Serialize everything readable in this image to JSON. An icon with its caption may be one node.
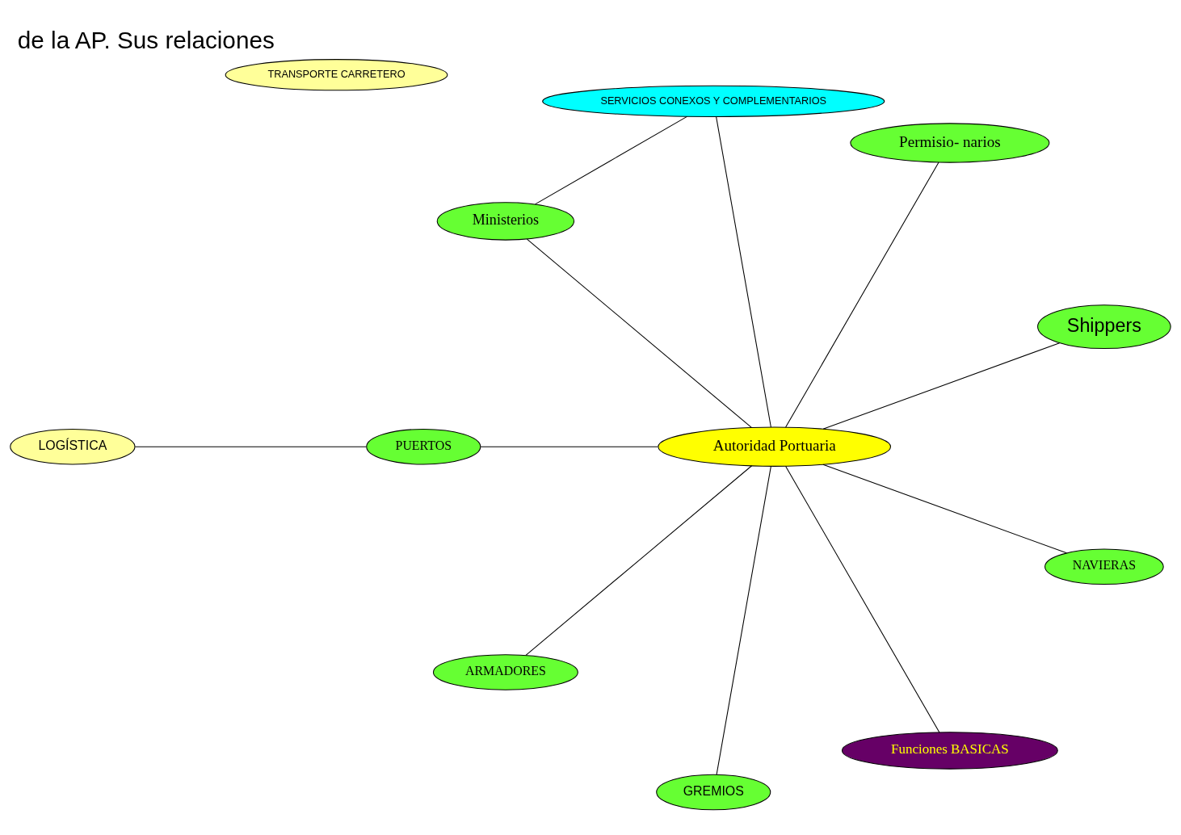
{
  "diagram": {
    "title": "de la AP. Sus relaciones",
    "nodes": [
      {
        "text": [
          "Shippers"
        ]
      },
      {
        "text": [
          "Permisio- narios"
        ]
      },
      {
        "text": [
          "SERVICIOS CONEXOS Y COMPLEMENTARIOS"
        ]
      },
      {
        "text": [
          "Funciones BASICAS"
        ]
      },
      {
        "text": [
          "Ministerios"
        ]
      },
      {
        "text": [
          "Autoridad Portuaria"
        ]
      },
      {
        "text": [
          "NAVIERAS"
        ]
      },
      {
        "text": [
          "TRANSPORTE CARRETERO"
        ]
      },
      {
        "text": [
          "PUERTOS"
        ]
      },
      {
        "text": [
          "ARMADORES"
        ]
      },
      {
        "text": [
          "LOGÍSTICA"
        ]
      },
      {
        "text": [
          "GREMIOS"
        ]
      }
    ],
    "edges": [
      {
        "from": 5,
        "to": 0,
        "arrow": "none"
      },
      {
        "from": 5,
        "to": 1,
        "arrow": "none"
      },
      {
        "from": 5,
        "to": 2,
        "arrow": "none"
      },
      {
        "from": 4,
        "to": 2,
        "arrow": "none"
      },
      {
        "from": 5,
        "to": 4,
        "arrow": "none"
      },
      {
        "from": 3,
        "to": 5,
        "arrow": "none"
      },
      {
        "from": 6,
        "to": 5,
        "arrow": "none"
      },
      {
        "from": 5,
        "to": 8,
        "arrow": "none"
      },
      {
        "from": 8,
        "to": 10,
        "arrow": "none"
      },
      {
        "from": 5,
        "to": 11,
        "arrow": "none"
      },
      {
        "from": 5,
        "to": 9,
        "arrow": "none"
      }
    ]
  }
}
